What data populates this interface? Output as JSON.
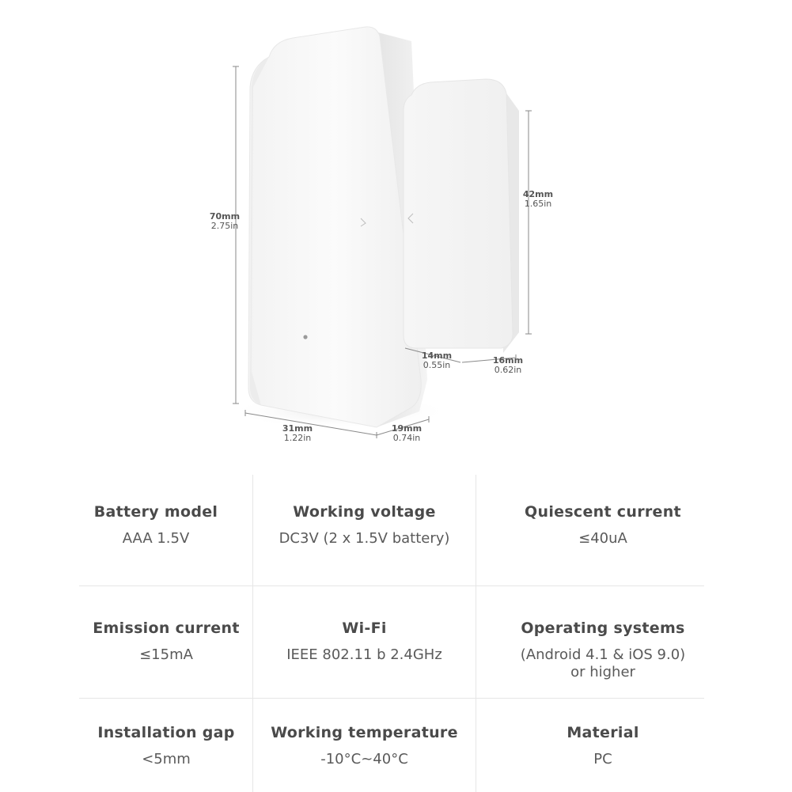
{
  "dimensions": {
    "height_main": {
      "mm": "70mm",
      "in": "2.75in"
    },
    "height_magnet": {
      "mm": "42mm",
      "in": "1.65in"
    },
    "width_main": {
      "mm": "31mm",
      "in": "1.22in"
    },
    "depth_main": {
      "mm": "19mm",
      "in": "0.74in"
    },
    "width_magnet": {
      "mm": "14mm",
      "in": "0.55in"
    },
    "depth_magnet": {
      "mm": "16mm",
      "in": "0.62in"
    }
  },
  "specs": [
    {
      "label": "Battery model",
      "value": "AAA 1.5V"
    },
    {
      "label": "Working voltage",
      "value": "DC3V (2 x 1.5V battery)"
    },
    {
      "label": "Quiescent current",
      "value": "≤40uA"
    },
    {
      "label": "Emission current",
      "value": "≤15mA"
    },
    {
      "label": "Wi-Fi",
      "value": "IEEE 802.11 b 2.4GHz"
    },
    {
      "label": "Operating systems",
      "value": "(Android 4.1 & iOS 9.0)\nor higher"
    },
    {
      "label": "Installation gap",
      "value": "<5mm"
    },
    {
      "label": "Working temperature",
      "value": "-10°C~40°C"
    },
    {
      "label": "Material",
      "value": "PC"
    }
  ]
}
